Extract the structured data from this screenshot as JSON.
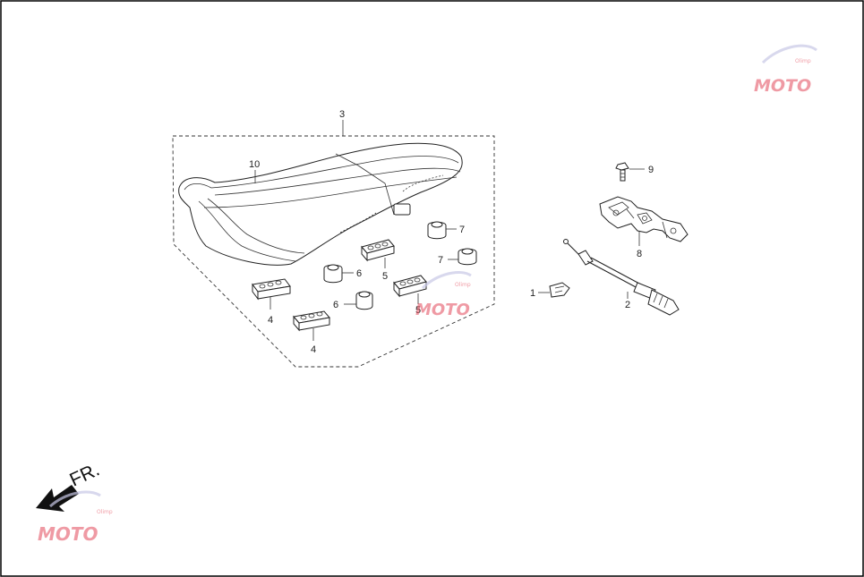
{
  "callouts": {
    "n1": "1",
    "n2": "2",
    "n3": "3",
    "n4a": "4",
    "n4b": "4",
    "n5a": "5",
    "n5b": "5",
    "n6a": "6",
    "n6b": "6",
    "n7a": "7",
    "n7b": "7",
    "n8": "8",
    "n9": "9",
    "n10": "10"
  },
  "front_label": "FR.",
  "watermark": {
    "text": "MOTO",
    "sub": "Olimp"
  },
  "colors": {
    "watermark": "#e2495a",
    "ink": "#222222",
    "frame": "#000000"
  },
  "icons": {
    "front": "front-direction-arrow-icon"
  }
}
